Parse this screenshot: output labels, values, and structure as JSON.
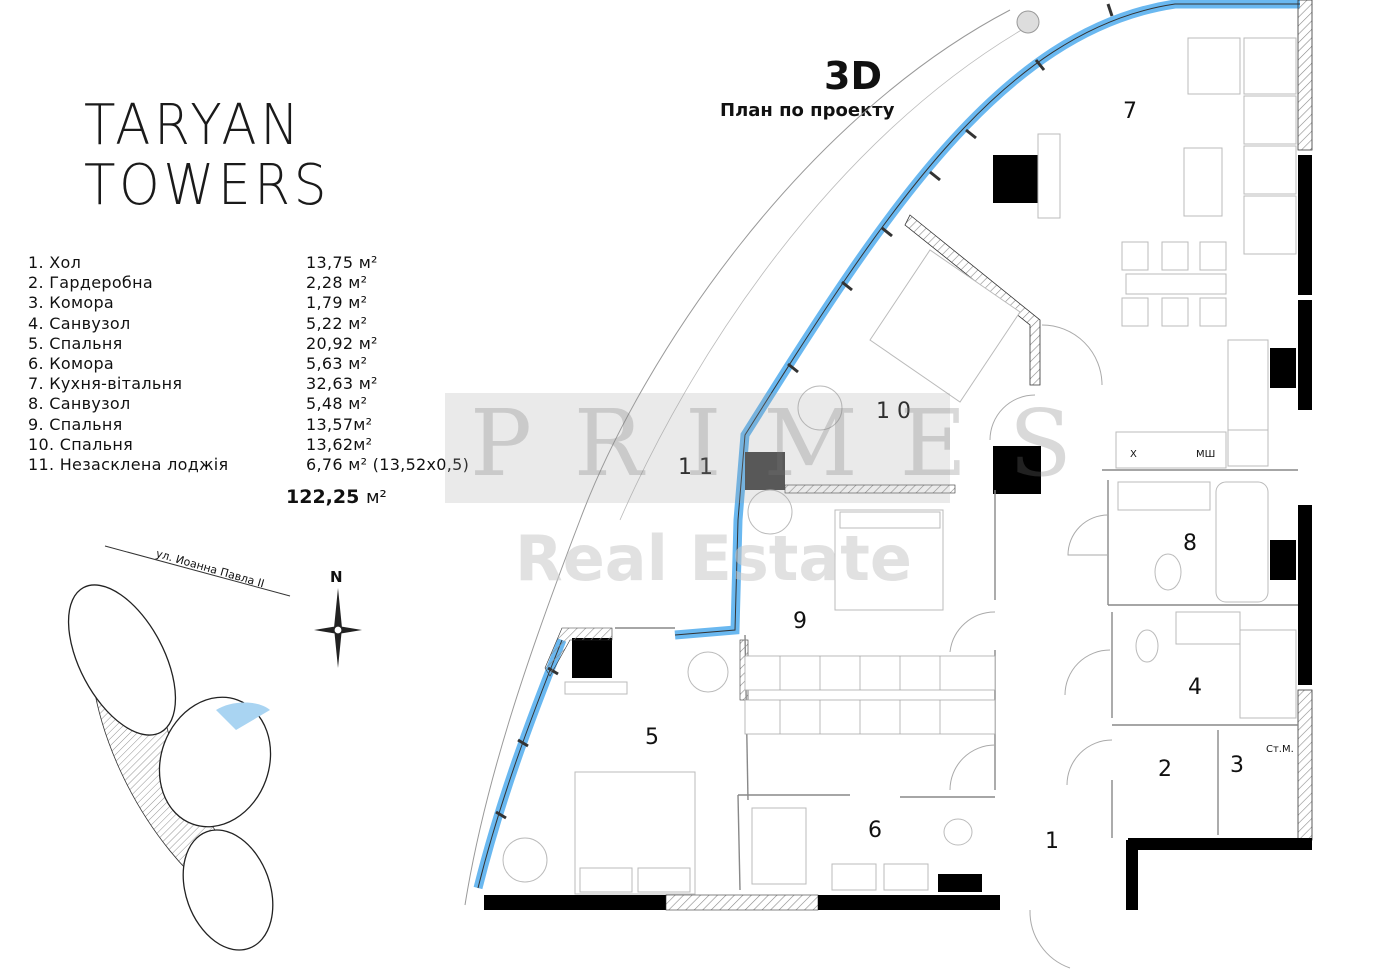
{
  "brand": {
    "line1": "TARYAN",
    "line2": "TOWERS"
  },
  "plan": {
    "title": "3D",
    "subtitle": "План по проекту"
  },
  "rooms": [
    {
      "label": "1. Хол",
      "area": "13,75 м²"
    },
    {
      "label": "2. Гардеробна",
      "area": "2,28 м²"
    },
    {
      "label": "3. Комора",
      "area": "1,79 м²"
    },
    {
      "label": "4. Санвузол",
      "area": "5,22 м²"
    },
    {
      "label": "5. Спальня",
      "area": "20,92 м²"
    },
    {
      "label": "6. Комора",
      "area": "5,63 м²"
    },
    {
      "label": "7. Кухня-вітальня",
      "area": "32,63 м²"
    },
    {
      "label": "8. Санвузол",
      "area": " 5,48 м²"
    },
    {
      "label": "9. Спальня",
      "area": "13,57м²"
    },
    {
      "label": "10. Спальня",
      "area": "13,62м²"
    },
    {
      "label": "11. Незасклена лоджія",
      "area": "6,76 м² (13,52х0,5)"
    }
  ],
  "total": {
    "value": "122,25",
    "unit": "м²"
  },
  "site": {
    "street": "ул. Иоанна Павла II",
    "north": "N"
  },
  "room_numbers": {
    "r1": "1",
    "r2": "2",
    "r3": "3",
    "r4": "4",
    "r5": "5",
    "r6": "6",
    "r7": "7",
    "r8": "8",
    "r9": "9",
    "r10": "1 0",
    "r11": "1 1"
  },
  "fixtures": {
    "x": "Х",
    "mv": "МШ",
    "st": "Ст.М."
  },
  "watermark": {
    "line1": "PRIMES",
    "line2": "Real Estate"
  },
  "colors": {
    "glazing": "#6ab8f0",
    "wall": "#000000",
    "wall_hatch": "#9a9a9a",
    "highlight": "#a9d4f2"
  }
}
